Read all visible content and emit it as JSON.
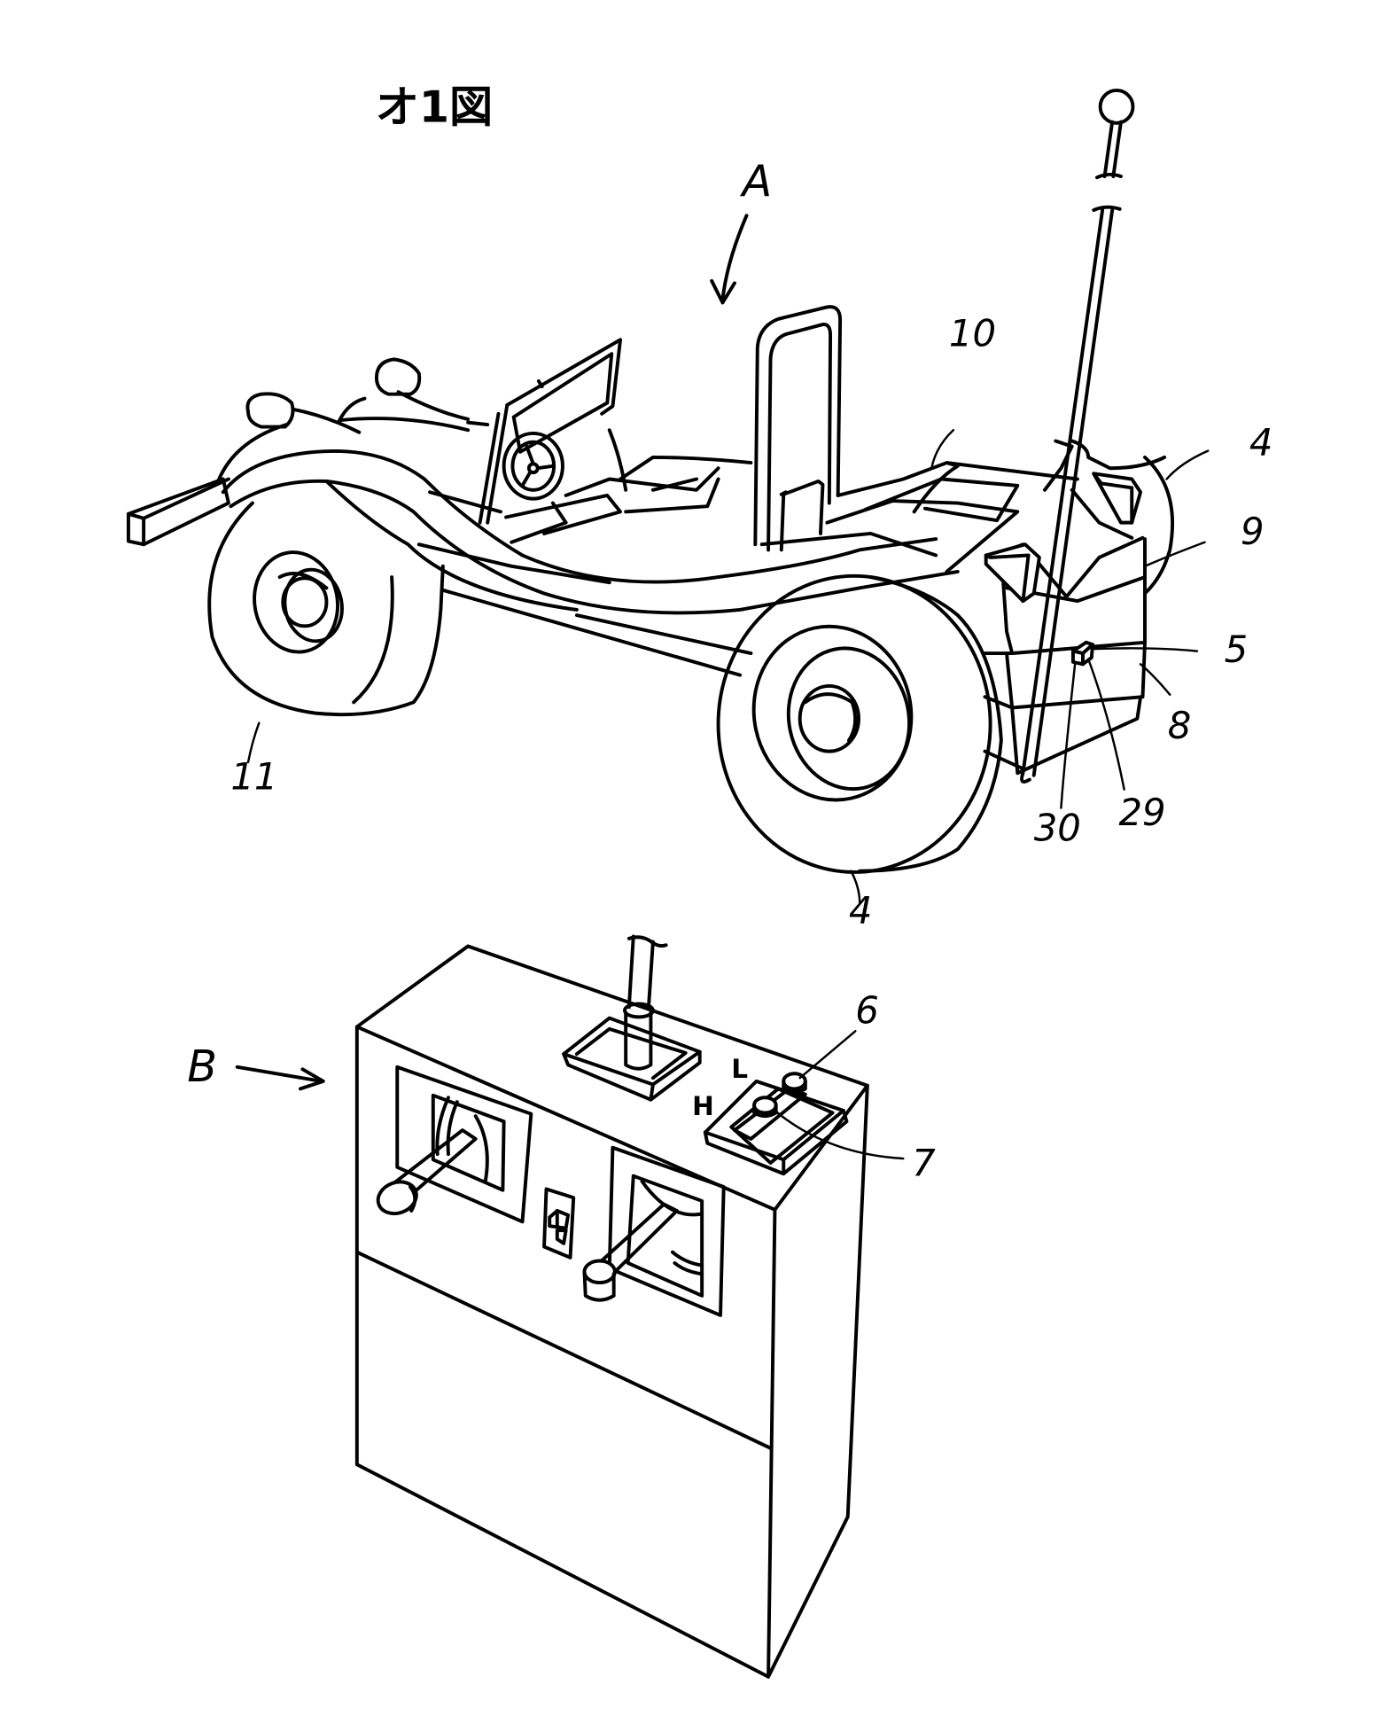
{
  "figure": {
    "title": "オ1図",
    "page_background": "#ffffff",
    "line_color": "#000000"
  },
  "assemblies": {
    "car": {
      "letter": "A",
      "description": "radio-controlled toy car (perspective view)"
    },
    "controller": {
      "letter": "B",
      "description": "transmitter / remote controller box"
    }
  },
  "reference_numerals": {
    "car_body_top": "10",
    "rear_wheel_upper": "4",
    "rear_bumper_block": "9",
    "switch_unit": "5",
    "bumper_lower": "8",
    "switch_lever": "29",
    "switch_base": "30",
    "front_wheel": "11",
    "front_right_wheel": "4",
    "selector_button_low": "6",
    "selector_button_high": "7"
  },
  "controller_marks": {
    "low_mark": "L",
    "high_mark": "H"
  }
}
